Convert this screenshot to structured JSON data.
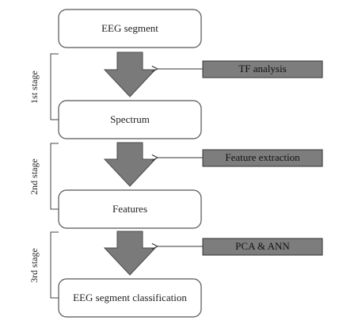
{
  "nodes": {
    "eeg_segment": "EEG segment",
    "spectrum": "Spectrum",
    "features": "Features",
    "classification": "EEG segment classification"
  },
  "methods": {
    "tf_analysis": "TF analysis",
    "feature_extraction": "Feature extraction",
    "pca_ann": "PCA & ANN"
  },
  "stages": {
    "first": "1st stage",
    "second": "2nd stage",
    "third": "3rd stage"
  },
  "colors": {
    "arrow_fill": "#7a7a7a",
    "label_fill": "#7d7d7d",
    "box_stroke": "#555555"
  }
}
